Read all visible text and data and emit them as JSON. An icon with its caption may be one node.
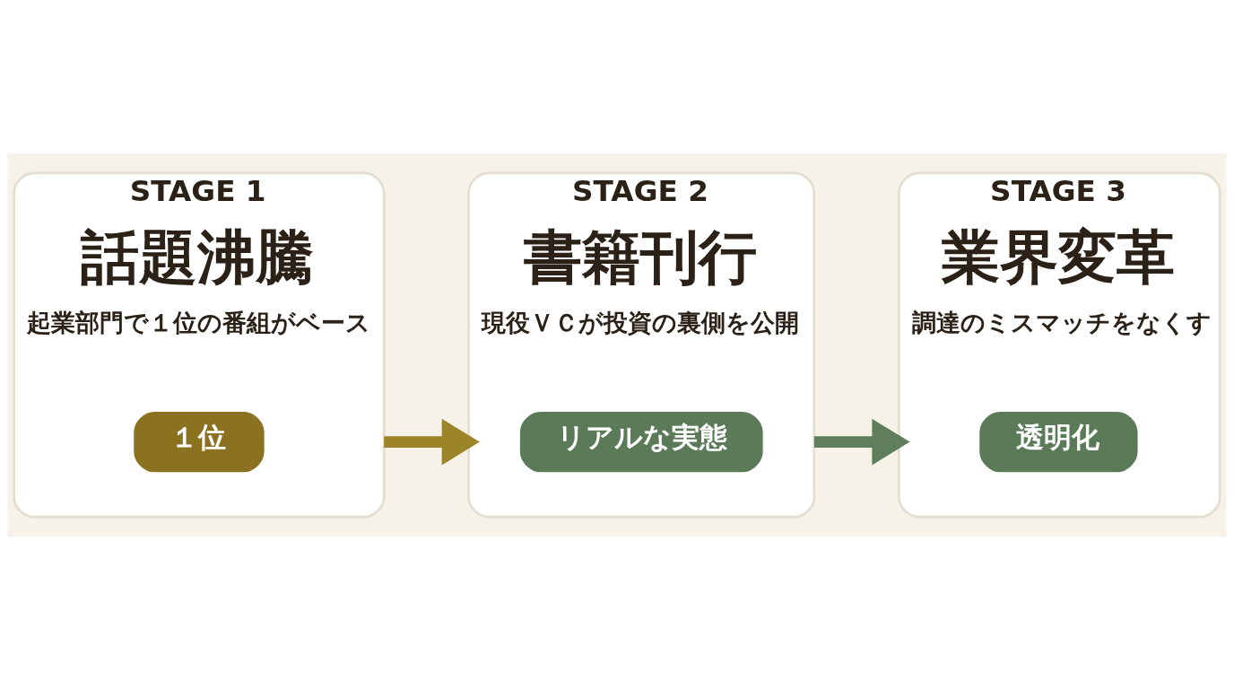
{
  "diagram": {
    "nodes": [
      {
        "text": [
          "STAGE 1",
          "話題沸騰",
          "起業部門で１位の番組がベース"
        ]
      },
      {
        "text": [
          "１位"
        ],
        "in": 0
      },
      {
        "text": [
          "STAGE 2",
          "書籍刊行",
          "現役ＶＣが投資の裏側を公開"
        ]
      },
      {
        "text": [
          "リアルな実態"
        ],
        "in": 2
      },
      {
        "text": [
          "STAGE 3",
          "業界変革",
          "調達のミスマッチをなくす"
        ]
      },
      {
        "text": [
          "透明化"
        ],
        "in": 4
      }
    ],
    "edges": [
      {
        "from": 0,
        "to": 2,
        "arrow": "to",
        "color": "#9c8428"
      },
      {
        "from": 2,
        "to": 4,
        "arrow": "to",
        "color": "#5f7e5c"
      }
    ]
  }
}
